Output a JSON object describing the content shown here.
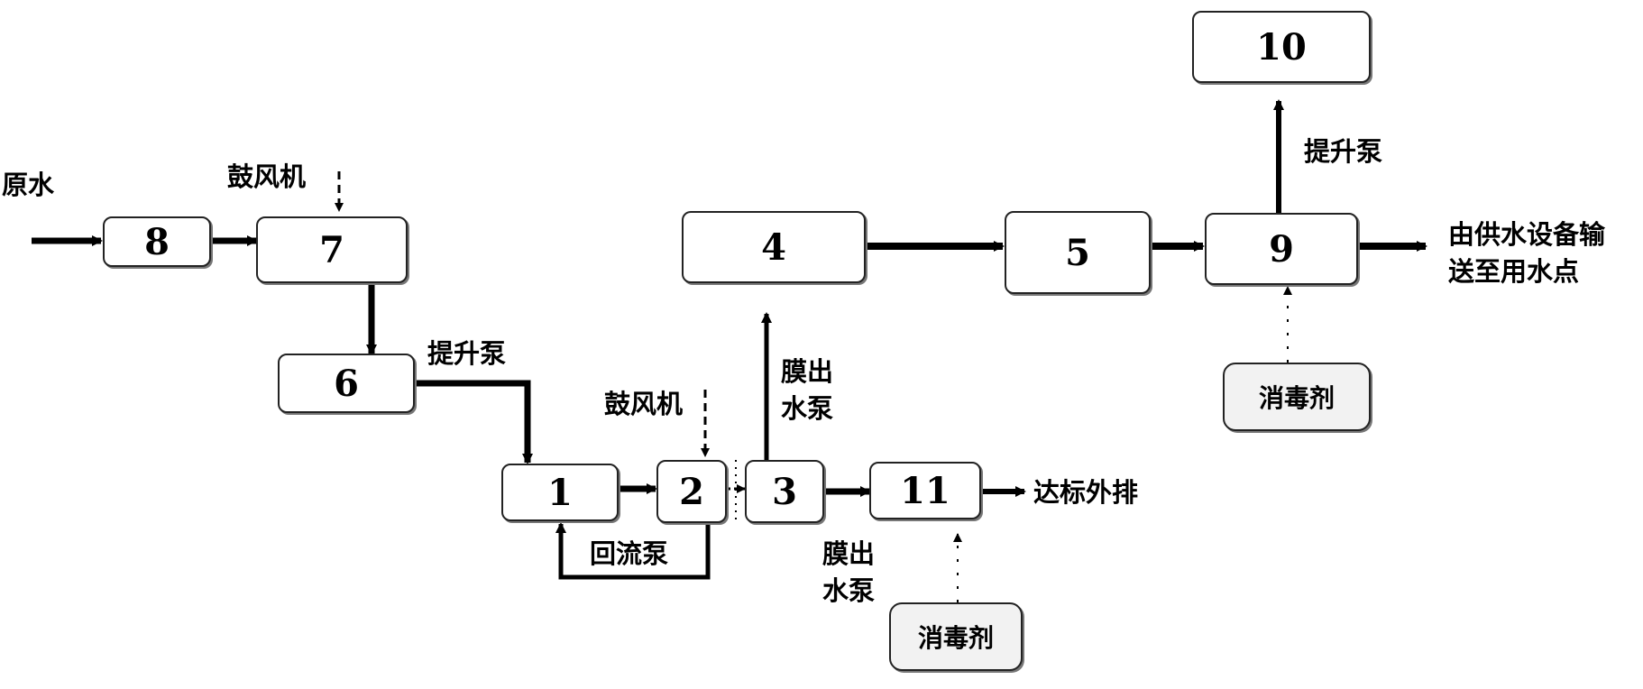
{
  "nodes": {
    "n1": "1",
    "n2": "2",
    "n3": "3",
    "n4": "4",
    "n5": "5",
    "n6": "6",
    "n7": "7",
    "n8": "8",
    "n9": "9",
    "n10": "10",
    "n11": "11",
    "disinfectant_a": "消毒剂",
    "disinfectant_b": "消毒剂"
  },
  "labels": {
    "raw_water": "原水",
    "blower_a": "鼓风机",
    "blower_b": "鼓风机",
    "lift_pump_a": "提升泵",
    "lift_pump_b": "提升泵",
    "membrane_pump_a": "膜出\n水泵",
    "membrane_pump_b": "膜出\n水泵",
    "reflux_pump": "回流泵",
    "discharge": "达标外排",
    "supply_out": "由供水设备输\n送至用水点"
  }
}
